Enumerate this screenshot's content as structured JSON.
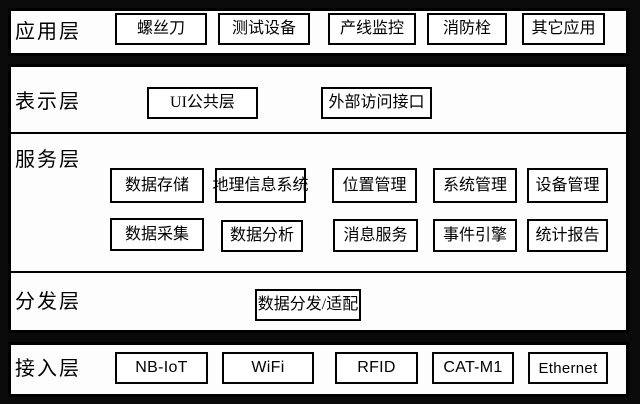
{
  "colors": {
    "background": "#0a0a0a",
    "band_fill": "#fdfdfd",
    "border": "#000000",
    "text": "#000000"
  },
  "layers": [
    {
      "label": "应用层",
      "boxes": [
        "螺丝刀",
        "测试设备",
        "产线监控",
        "消防栓",
        "其它应用"
      ]
    },
    {
      "label": "表示层",
      "boxes": [
        "UI公共层",
        "外部访问接口"
      ]
    },
    {
      "label": "服务层",
      "rows": [
        [
          "数据存储",
          "地理信息系统",
          "位置管理",
          "系统管理",
          "设备管理"
        ],
        [
          "数据采集",
          "数据分析",
          "消息服务",
          "事件引擎",
          "统计报告"
        ]
      ]
    },
    {
      "label": "分发层",
      "boxes": [
        "数据分发/适配"
      ]
    },
    {
      "label": "接入层",
      "boxes": [
        "NB-IoT",
        "WiFi",
        "RFID",
        "CAT-M1",
        "Ethernet"
      ]
    }
  ]
}
